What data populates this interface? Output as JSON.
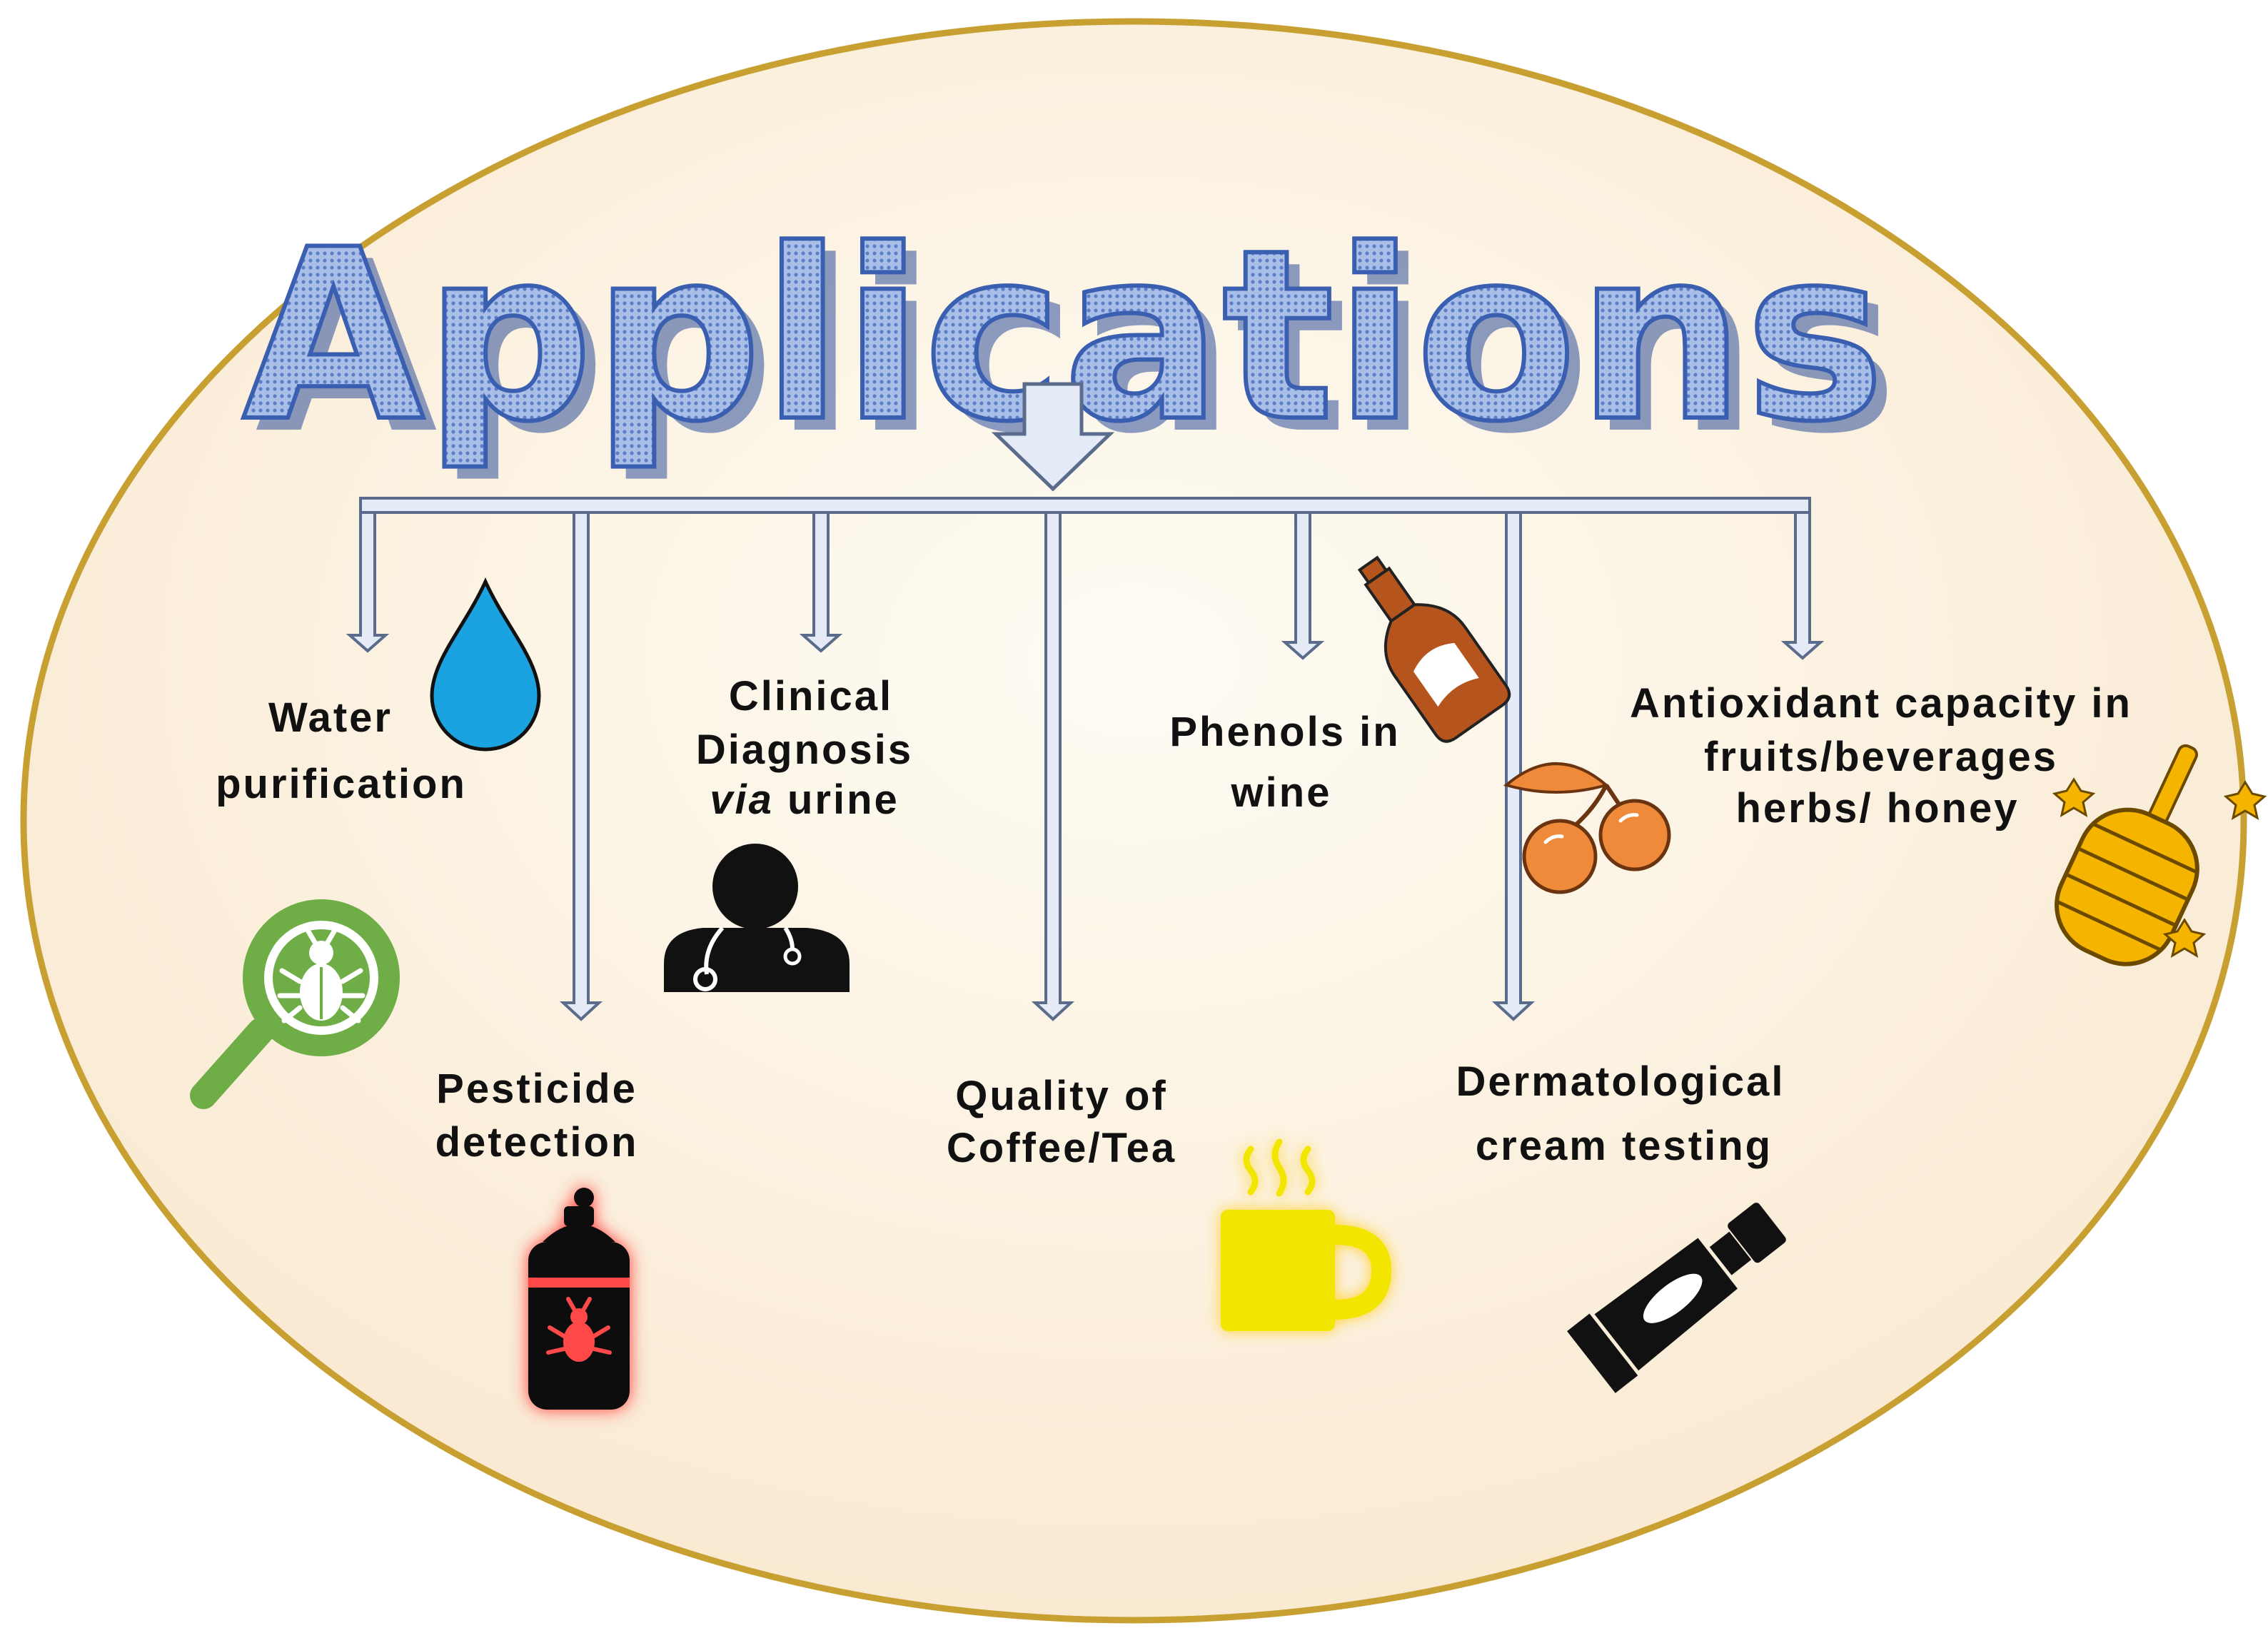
{
  "title": "Applications",
  "applications": [
    {
      "id": "water",
      "lines": [
        "Water",
        "purification"
      ],
      "icon": "water-drop-icon"
    },
    {
      "id": "pesticide",
      "lines": [
        "Pesticide",
        "detection"
      ],
      "icon": "magnifier-bug-icon",
      "icon2": "spray-can-bug-icon"
    },
    {
      "id": "clinical",
      "lines": [
        "Clinical",
        "Diagnosis"
      ],
      "line3_italic": "via",
      "line3_rest": " urine",
      "icon": "doctor-icon"
    },
    {
      "id": "coffee",
      "lines": [
        "Quality of",
        "Coffee/Tea"
      ],
      "icon": "steaming-mug-icon"
    },
    {
      "id": "phenols",
      "lines": [
        "Phenols in",
        "wine"
      ],
      "icon": "wine-bottle-icon"
    },
    {
      "id": "dermatological",
      "lines": [
        "Dermatological",
        "cream testing"
      ],
      "icon": "cream-tube-icon"
    },
    {
      "id": "antioxidant",
      "lines": [
        "Antioxidant capacity in",
        "fruits/beverages",
        "herbs/ honey"
      ],
      "icon": "cherries-icon",
      "icon2": "honey-dipper-icon"
    }
  ],
  "colors": {
    "ellipse_border": "#c8a032",
    "ellipse_fill_top": "#fdf6e3",
    "title_fill": "#8aa6dc",
    "title_stroke": "#3a5fb0",
    "arrow_fill": "#e4ebf7",
    "arrow_stroke": "#5b6b8c",
    "water_drop": "#1aa3e0",
    "magnifier": "#6fad47",
    "spray_can_glow": "#ff3b3b",
    "mug": "#f2e600",
    "wine_bottle": "#b5541c",
    "cherries": "#ef8a3a",
    "honey": "#f4b400"
  }
}
